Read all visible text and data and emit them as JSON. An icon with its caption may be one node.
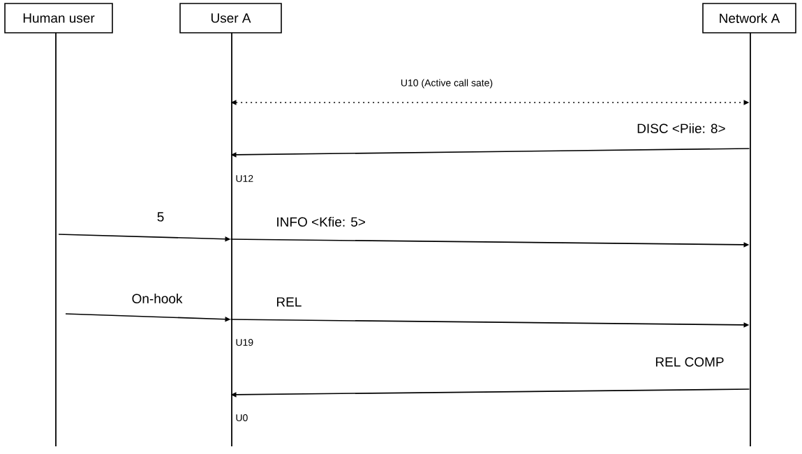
{
  "diagram": {
    "nodes": [
      {
        "text": [
          "Human user"
        ]
      },
      {
        "text": [
          "User A"
        ]
      },
      {
        "text": [
          "Network A"
        ]
      }
    ],
    "edges": [
      {
        "from": 1,
        "to": 2,
        "arrow": "both",
        "label": "U10 (Active call sate)",
        "style": "dashed"
      },
      {
        "from": 2,
        "to": 1,
        "arrow": "to",
        "label": "DISC <Piie: 8>"
      },
      {
        "from": 0,
        "to": 1,
        "arrow": "to",
        "label": "5"
      },
      {
        "from": 1,
        "to": 2,
        "arrow": "to",
        "label": "INFO <Kfie: 5>"
      },
      {
        "from": 0,
        "to": 1,
        "arrow": "to",
        "label": "On-hook"
      },
      {
        "from": 1,
        "to": 2,
        "arrow": "to",
        "label": "REL"
      },
      {
        "from": 2,
        "to": 1,
        "arrow": "to",
        "label": "REL COMP"
      }
    ],
    "labels": [
      "U12",
      "U19",
      "U0"
    ]
  }
}
